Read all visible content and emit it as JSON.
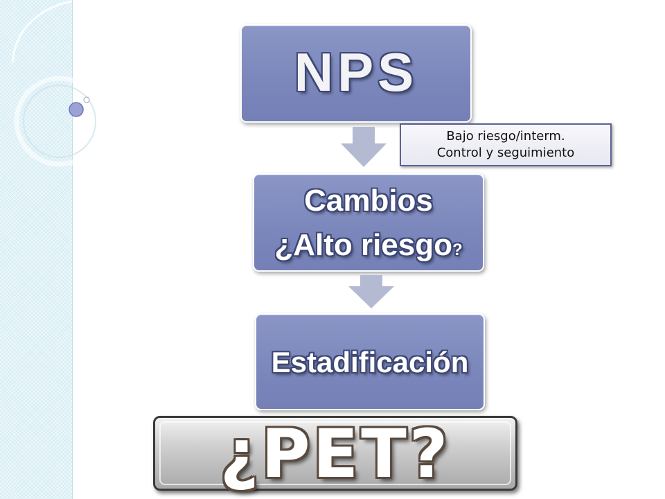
{
  "flow": {
    "step1": {
      "label": "NPS"
    },
    "step2": {
      "line1": "Cambios",
      "line2_main": "¿Alto riesgo",
      "line2_mark": "?"
    },
    "step3": {
      "label": "Estadificación"
    }
  },
  "note": {
    "line1": "Bajo riesgo/interm.",
    "line2": "Control y seguimiento"
  },
  "question": {
    "label": "¿PET?"
  },
  "colors": {
    "box_fill": "#7c88bc",
    "arrow": "#b4bad2",
    "note_border": "#5c6294",
    "strip": "#d8eef4"
  }
}
